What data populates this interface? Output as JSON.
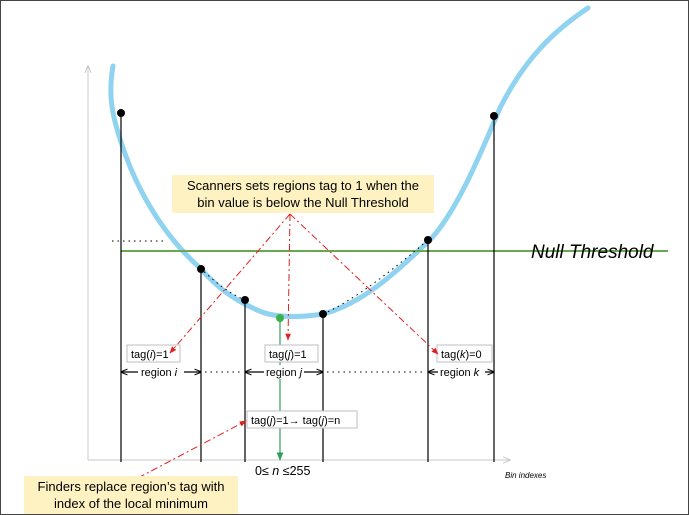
{
  "callout_scanners": {
    "line1": "Scanners sets regions tag to 1 when the",
    "line2": "bin value is below the Null Threshold"
  },
  "callout_finders": {
    "line1": "Finders replace region’s tag with",
    "line2": "index of the local minimum"
  },
  "null_threshold_label": "Null Threshold",
  "x_axis_label": "Bin indexes",
  "tags": {
    "tag_i": {
      "pre": "tag(",
      "var": "i",
      "post": ")=1"
    },
    "tag_j": {
      "pre": "tag(",
      "var": "j",
      "post": ")=1"
    },
    "tag_k": {
      "pre": "tag(",
      "var": "k",
      "post": ")=0"
    },
    "tag_j_replace": {
      "pre": "tag(",
      "var": "j",
      "mid": ")=1→ tag(",
      "var2": "j",
      "post": ")=n"
    }
  },
  "regions": {
    "region_i": {
      "text": "region ",
      "var": "i"
    },
    "region_j": {
      "text": "region ",
      "var": "j"
    },
    "region_k": {
      "text": "region ",
      "var": "k"
    }
  },
  "range": {
    "pre": "0≤ ",
    "var": "n",
    "post": " ≤255"
  },
  "colors": {
    "curve": "#8fd3f0",
    "threshold": "#6aa84f",
    "callout_fill": "#fff2c2",
    "arrow_red": "#e02020",
    "min_marker": "#3cb14a"
  }
}
